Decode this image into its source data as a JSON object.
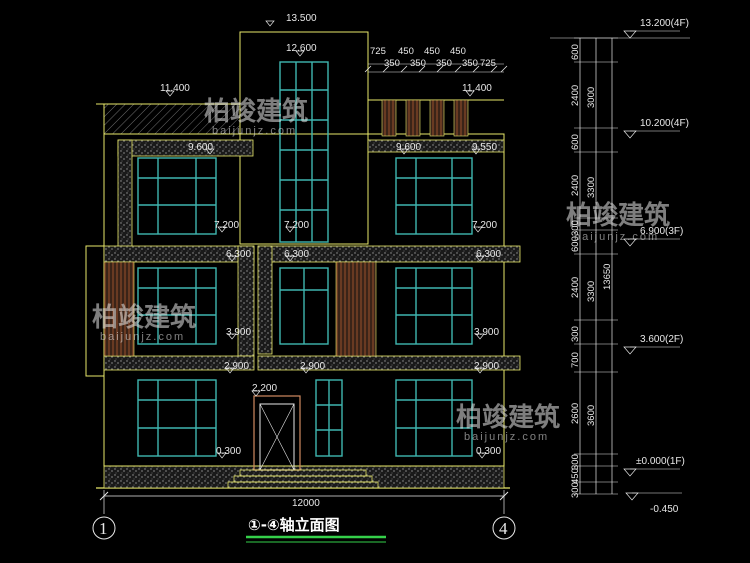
{
  "drawing_title": "①-④轴立面图",
  "axis_left": "1",
  "axis_right": "4",
  "overall_width": "12000",
  "watermark": {
    "brand_cn": "柏竣建筑",
    "brand_url": "baijunjz.com"
  },
  "levels": {
    "roof_top": "13.500",
    "stair_top": "12.600",
    "parapet_left": "11.400",
    "parapet_right": "11.400",
    "floor3_left": "9.600",
    "floor3_mid": "9.600",
    "floor3_right": "9.550",
    "sill3_left": "7.200",
    "sill3_mid": "7.200",
    "sill3_right": "7.200",
    "floor2_left": "6.300",
    "floor2_mid": "6.300",
    "floor2_right": "6.300",
    "sill2_left": "3.900",
    "sill2_right": "3.900",
    "floor1_left": "2.900",
    "floor1_mid": "2.900",
    "floor1_right": "2.900",
    "door_top": "2.200",
    "ground_left": "0.300",
    "ground_right": "0.300"
  },
  "pergola_dims_top": [
    "725",
    "450",
    "450",
    "450"
  ],
  "pergola_dims_bottom": [
    "350",
    "350",
    "350",
    "350",
    "725"
  ],
  "right_levels": [
    "13.200(4F)",
    "10.200(4F)",
    "6.900(3F)",
    "3.600(2F)",
    "±0.000(1F)",
    "-0.450"
  ],
  "right_dims_inner": [
    "600",
    "2400",
    "600",
    "2400",
    "300",
    "600",
    "2400",
    "300",
    "700",
    "2600",
    "300",
    "450",
    "300"
  ],
  "right_dims_outer": [
    "3000",
    "3300",
    "3300",
    "3600"
  ],
  "right_total": "13650"
}
